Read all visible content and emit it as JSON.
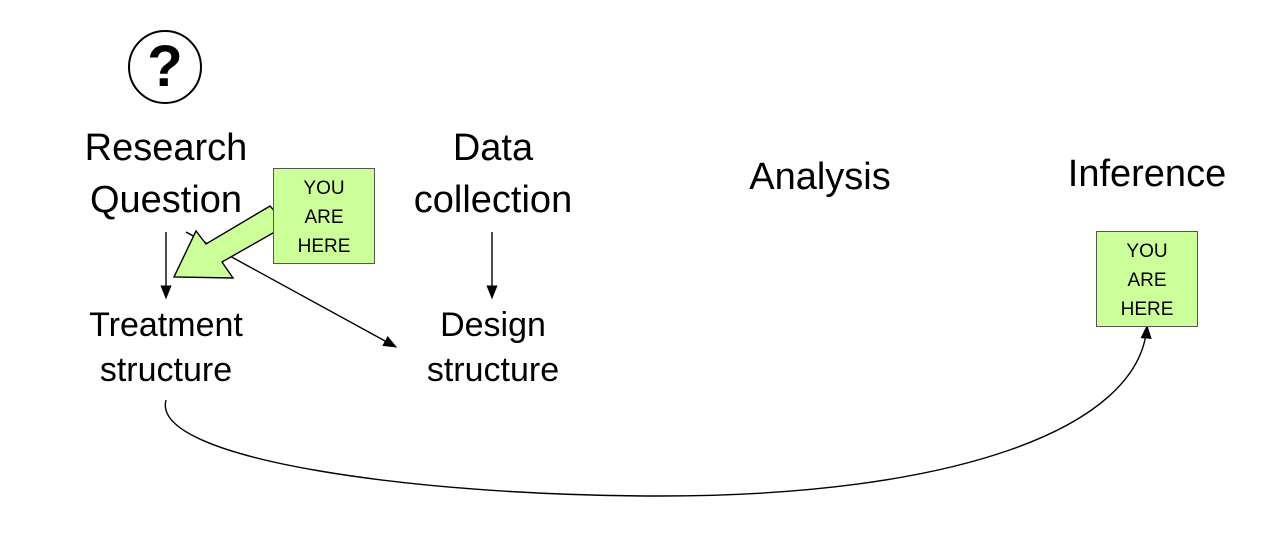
{
  "question_icon": "?",
  "stages": {
    "research_question": "Research\nQuestion",
    "data_collection": "Data\ncollection",
    "analysis": "Analysis",
    "inference": "Inference"
  },
  "structures": {
    "treatment": "Treatment\nstructure",
    "design": "Design\nstructure"
  },
  "notes": {
    "left": "YOU\nARE\nHERE",
    "right": "YOU\nARE\nHERE"
  },
  "colors": {
    "note_fill": "#ccff99",
    "big_arrow_fill": "#ccff99"
  }
}
